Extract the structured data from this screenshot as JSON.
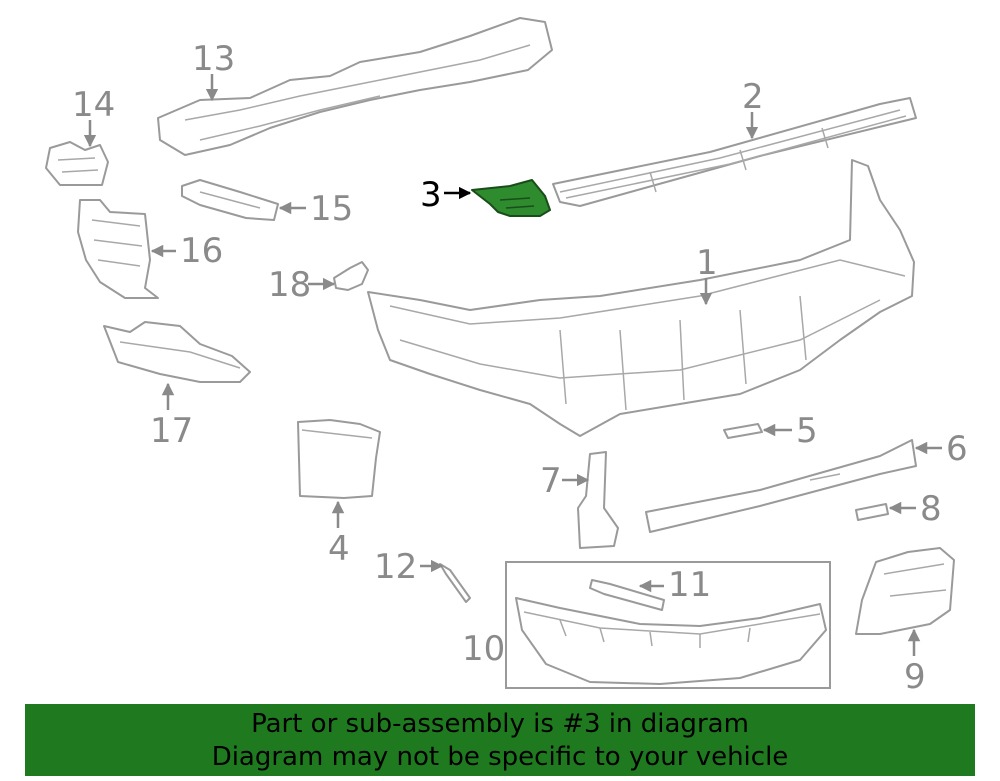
{
  "callouts": {
    "c1": "1",
    "c2": "2",
    "c3": "3",
    "c4": "4",
    "c5": "5",
    "c6": "6",
    "c7": "7",
    "c8": "8",
    "c9": "9",
    "c10": "10",
    "c11": "11",
    "c12": "12",
    "c13": "13",
    "c14": "14",
    "c15": "15",
    "c16": "16",
    "c17": "17",
    "c18": "18"
  },
  "highlight_color": "#2e8b2e",
  "banner": {
    "line1": "Part or sub-assembly is #3 in diagram",
    "line2": "Diagram may not be specific to your vehicle",
    "background": "#1f7a1f"
  }
}
